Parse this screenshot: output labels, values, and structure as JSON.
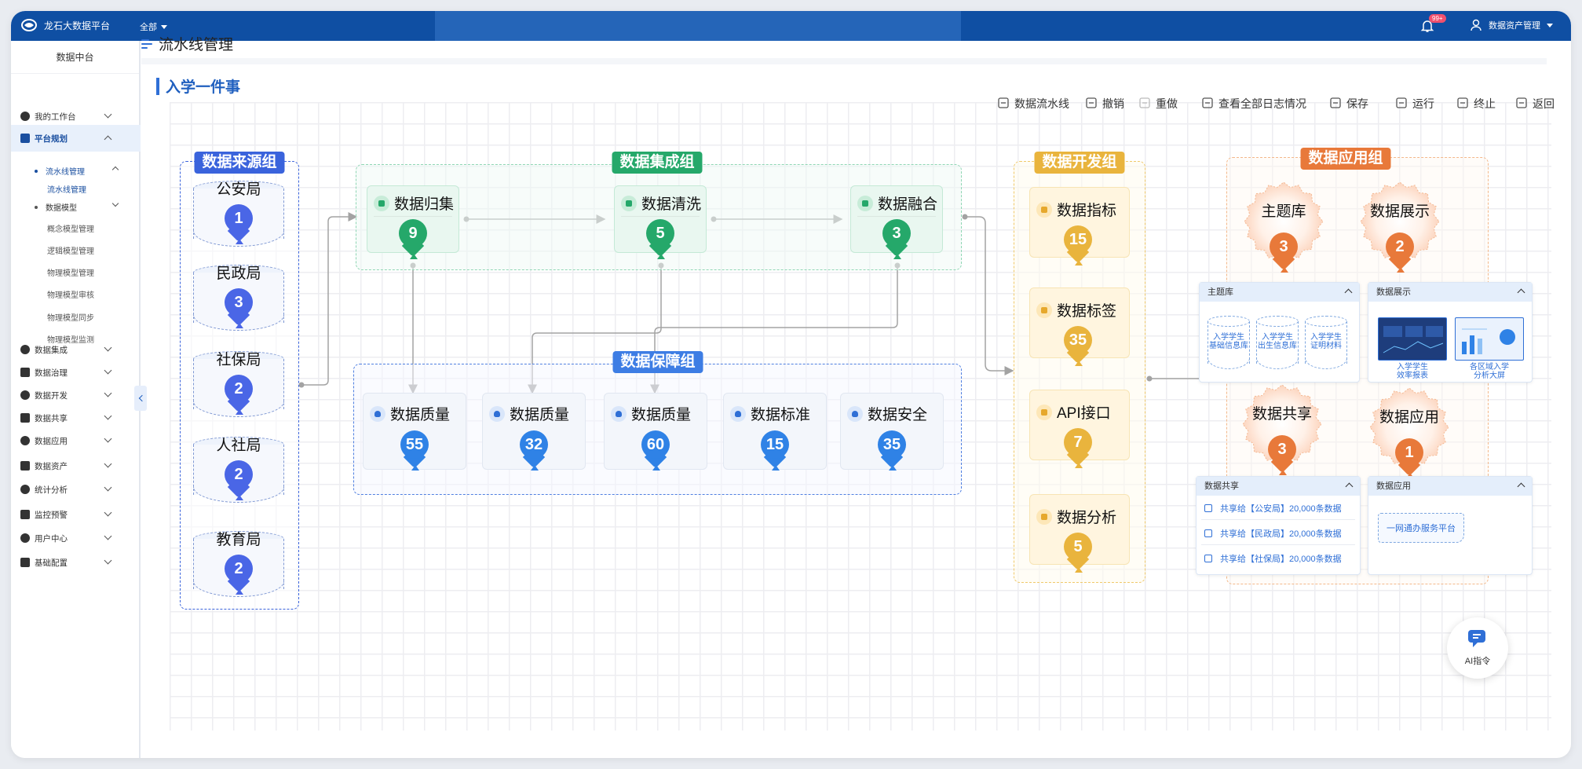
{
  "app": {
    "name": "龙石大数据平台",
    "scope": "全部",
    "notif_count": "99+",
    "user": "数据资产管理"
  },
  "sidebar": {
    "title": "数据中台",
    "items": [
      {
        "label": "我的工作台"
      },
      {
        "label": "平台规划"
      },
      {
        "label": "数据集成"
      },
      {
        "label": "数据治理"
      },
      {
        "label": "数据开发"
      },
      {
        "label": "数据共享"
      },
      {
        "label": "数据应用"
      },
      {
        "label": "数据资产"
      },
      {
        "label": "统计分析"
      },
      {
        "label": "监控预警"
      },
      {
        "label": "用户中心"
      },
      {
        "label": "基础配置"
      }
    ],
    "sub": [
      {
        "label": "流水线管理"
      },
      {
        "label": "数据模型"
      }
    ],
    "leaves": [
      {
        "label": "流水线管理"
      },
      {
        "label": "概念模型管理"
      },
      {
        "label": "逻辑模型管理"
      },
      {
        "label": "物理模型管理"
      },
      {
        "label": "物理模型审核"
      },
      {
        "label": "物理模型同步"
      },
      {
        "label": "物理模型监测"
      }
    ]
  },
  "page": {
    "title": "流水线管理",
    "flow_title": "入学一件事"
  },
  "toolbar": {
    "flow": "数据流水线",
    "undo": "撤销",
    "redo": "重做",
    "logs": "查看全部日志情况",
    "save": "保存",
    "run": "运行",
    "stop": "终止",
    "back": "返回"
  },
  "groups": {
    "source": "数据来源组",
    "integration": "数据集成组",
    "quality": "数据保障组",
    "dev": "数据开发组",
    "app": "数据应用组"
  },
  "sources": [
    {
      "label": "公安局",
      "count": "1"
    },
    {
      "label": "民政局",
      "count": "3"
    },
    {
      "label": "社保局",
      "count": "2"
    },
    {
      "label": "人社局",
      "count": "2"
    },
    {
      "label": "教育局",
      "count": "2"
    }
  ],
  "integration": [
    {
      "label": "数据归集",
      "count": "9"
    },
    {
      "label": "数据清洗",
      "count": "5"
    },
    {
      "label": "数据融合",
      "count": "3"
    }
  ],
  "quality": [
    {
      "label": "数据质量",
      "count": "55"
    },
    {
      "label": "数据质量",
      "count": "32"
    },
    {
      "label": "数据质量",
      "count": "60"
    },
    {
      "label": "数据标准",
      "count": "15"
    },
    {
      "label": "数据安全",
      "count": "35"
    }
  ],
  "dev": [
    {
      "label": "数据指标",
      "count": "15"
    },
    {
      "label": "数据标签",
      "count": "35"
    },
    {
      "label": "API接口",
      "count": "7"
    },
    {
      "label": "数据分析",
      "count": "5"
    }
  ],
  "apps": [
    {
      "label": "主题库",
      "count": "3"
    },
    {
      "label": "数据展示",
      "count": "2"
    },
    {
      "label": "数据共享",
      "count": "3"
    },
    {
      "label": "数据应用",
      "count": "1"
    }
  ],
  "panels": {
    "theme": {
      "title": "主题库",
      "dbs": [
        {
          "l1": "入学学生",
          "l2": "基础信息库"
        },
        {
          "l1": "入学学生",
          "l2": "出生信息库"
        },
        {
          "l1": "入学学生",
          "l2": "证明材料"
        }
      ]
    },
    "display": {
      "title": "数据展示",
      "screens": [
        {
          "l1": "入学学生",
          "l2": "效率报表"
        },
        {
          "l1": "各区域入学",
          "l2": "分析大屏"
        }
      ]
    },
    "share": {
      "title": "数据共享",
      "rows": [
        {
          "text": "共享给【公安局】20,000条数据"
        },
        {
          "text": "共享给【民政局】20,000条数据"
        },
        {
          "text": "共享给【社保局】20,000条数据"
        }
      ]
    },
    "application": {
      "title": "数据应用",
      "item": "一网通办服务平台"
    }
  },
  "ai": {
    "label": "AI指令"
  },
  "colors": {
    "blue": "#3a63dc",
    "green": "#25a86a",
    "pin_blue": "#2f82e6",
    "gold": "#e9b43d",
    "orange": "#e8793a",
    "topbar": "#0f4fa3"
  }
}
